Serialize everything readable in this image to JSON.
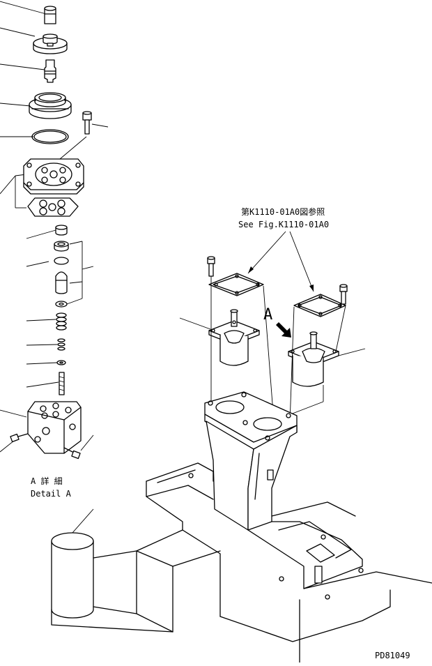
{
  "labels": {
    "reference_jp": "第K1110-01A0図参照",
    "reference_en": "See Fig.K1110-01A0",
    "view_letter": "A",
    "detail_jp": "A 詳 細",
    "detail_en": "Detail A",
    "drawing_number": "PD81049"
  }
}
